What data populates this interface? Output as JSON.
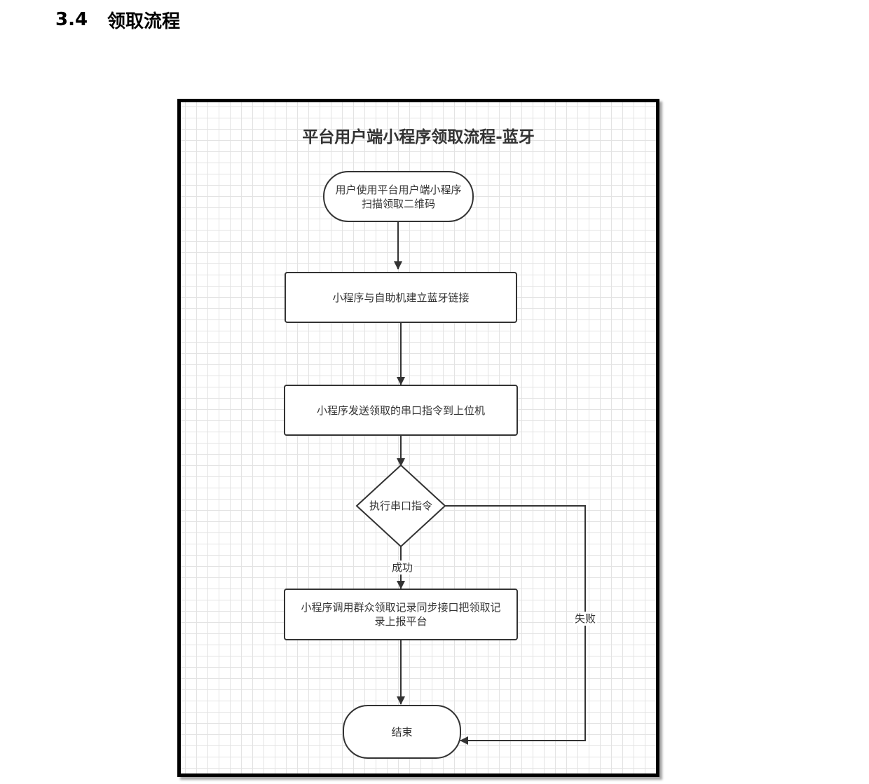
{
  "section": {
    "number": "3.4",
    "title": "领取流程"
  },
  "diagram": {
    "title": "平台用户端小程序领取流程-蓝牙",
    "nodes": {
      "start": "用户使用平台用户端小程序\n扫描领取二维码",
      "bluetooth_connect": "小程序与自助机建立蓝牙链接",
      "send_command": "小程序发送领取的串口指令到上位机",
      "decision": "执行串口指令",
      "sync_record": "小程序调用群众领取记录同步接口把领取记\n录上报平台",
      "end": "结束"
    },
    "edges": {
      "success": "成功",
      "failure": "失败"
    }
  },
  "colors": {
    "stroke": "#333333",
    "grid": "#e3e3e3",
    "frame_border": "#000000"
  }
}
